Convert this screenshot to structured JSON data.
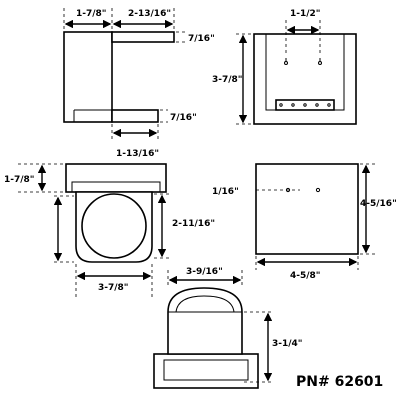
{
  "part_number": "PN# 62601",
  "dimensions": {
    "top_width_left": "1-7/8\"",
    "top_width_right": "2-13/16\"",
    "top_thickness": "7/16\"",
    "top_bottom_thickness": "7/16\"",
    "top_inner": "1-13/16\"",
    "front_spacing": "1-1/2\"",
    "front_height": "3-7/8\"",
    "side_height_top": "1-7/8\"",
    "side_hole": "2-11/16\"",
    "side_width": "3-7/8\"",
    "back_hole": "1/16\"",
    "back_height": "4-5/16\"",
    "back_width": "4-5/8\"",
    "bottom_width": "3-9/16\"",
    "bottom_height": "3-1/4\""
  }
}
